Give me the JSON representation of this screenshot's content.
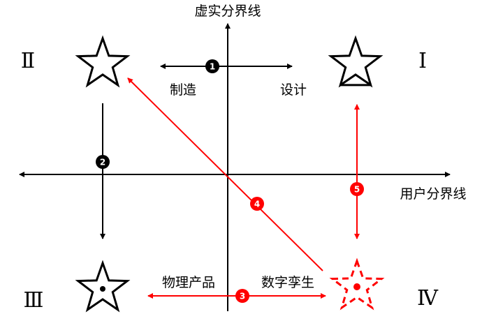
{
  "axes": {
    "vertical_label": "虚实分界线",
    "horizontal_label": "用户分界线"
  },
  "quadrants": {
    "q1": "Ⅰ",
    "q2": "Ⅱ",
    "q3": "Ⅲ",
    "q4": "Ⅳ"
  },
  "labels": {
    "manufacture": "制造",
    "design": "设计",
    "physical_product": "物理产品",
    "digital_twin": "数字孪生"
  },
  "markers": [
    "1",
    "2",
    "3",
    "4",
    "5"
  ],
  "colors": {
    "black": "#000000",
    "red": "#ff0000"
  }
}
